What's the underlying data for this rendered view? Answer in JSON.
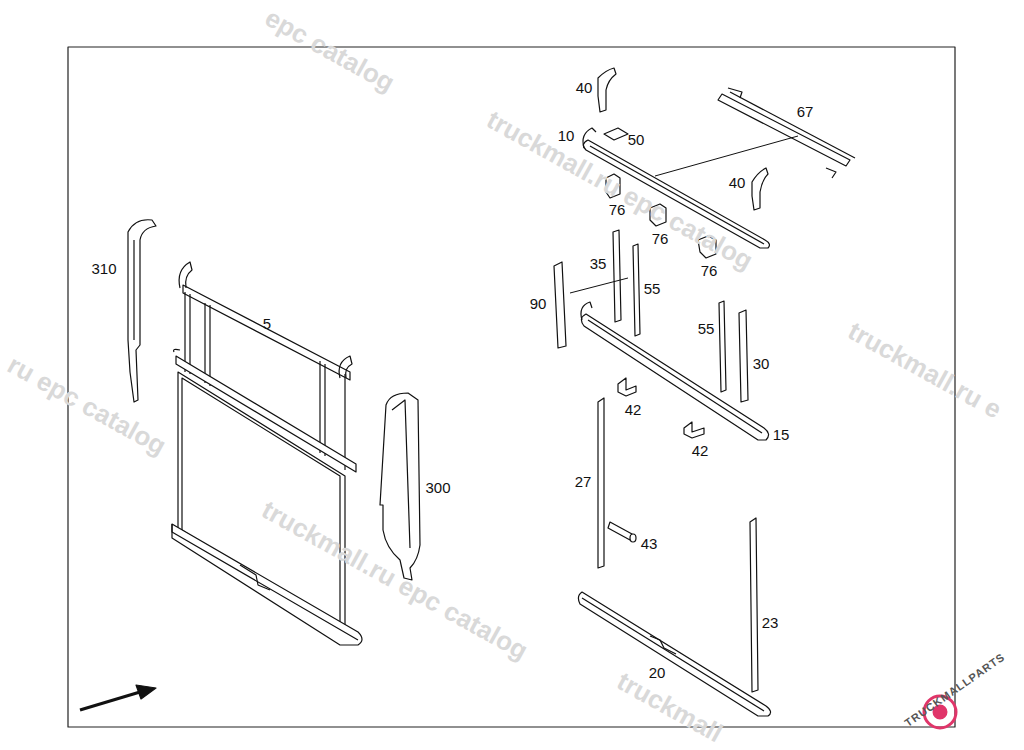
{
  "diagram": {
    "labels": [
      "40",
      "10",
      "50",
      "67",
      "40",
      "76",
      "76",
      "76",
      "35",
      "55",
      "90",
      "55",
      "30",
      "42",
      "15",
      "42",
      "27",
      "43",
      "23",
      "20",
      "310",
      "5",
      "300",
      "epc catalog",
      "truckmall.ru epc catalog",
      "truckmall.ru e",
      "ru epc catalog",
      "truckmall.ru epc catalog",
      "truckmall",
      "TRUCKMALLPARTS"
    ]
  }
}
